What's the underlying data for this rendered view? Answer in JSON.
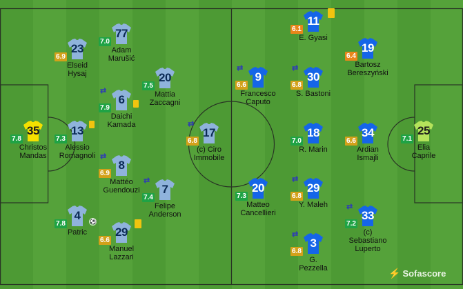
{
  "colors": {
    "home_shirt": "#8fb3dc",
    "away_shirt": "#1565e8",
    "home_gk": "#f5e000",
    "away_gk": "#b5e35b",
    "rating_green": "#1fa345",
    "rating_lime": "#86b42a",
    "rating_yellow": "#d3a11a",
    "rating_orange": "#e8861a",
    "card": "#f1c40f"
  },
  "branding": {
    "logo": "Sofascore"
  },
  "players": [
    {
      "number": "35",
      "name_line1": "Christos",
      "name_line2": "Mandas",
      "rating": "7.8"
    },
    {
      "number": "23",
      "name_line1": "Elseid",
      "name_line2": "Hysaj",
      "rating": "6.9"
    },
    {
      "number": "13",
      "name_line1": "Alessio",
      "name_line2": "Romagnoli",
      "rating": "7.3"
    },
    {
      "number": "4",
      "name_line1": "Patric",
      "name_line2": "",
      "rating": "7.8"
    },
    {
      "number": "77",
      "name_line1": "Adam",
      "name_line2": "Marušić",
      "rating": "7.0"
    },
    {
      "number": "6",
      "name_line1": "Daichi",
      "name_line2": "Kamada",
      "rating": "7.9"
    },
    {
      "number": "8",
      "name_line1": "Mattéo",
      "name_line2": "Guendouzi",
      "rating": "6.9"
    },
    {
      "number": "29",
      "name_line1": "Manuel",
      "name_line2": "Lazzari",
      "rating": "6.6"
    },
    {
      "number": "20",
      "name_line1": "Mattia",
      "name_line2": "Zaccagni",
      "rating": "7.5"
    },
    {
      "number": "7",
      "name_line1": "Felipe",
      "name_line2": "Anderson",
      "rating": "7.4"
    },
    {
      "number": "17",
      "name_line1": "(c) Ciro",
      "name_line2": "Immobile",
      "rating": "6.8"
    },
    {
      "number": "11",
      "name_line1": "E. Gyasi",
      "name_line2": "",
      "rating": "6.1"
    },
    {
      "number": "19",
      "name_line1": "Bartosz",
      "name_line2": "Bereszyński",
      "rating": "6.4"
    },
    {
      "number": "9",
      "name_line1": "Francesco",
      "name_line2": "Caputo",
      "rating": "6.6"
    },
    {
      "number": "30",
      "name_line1": "S. Bastoni",
      "name_line2": "",
      "rating": "6.8"
    },
    {
      "number": "18",
      "name_line1": "R. Marin",
      "name_line2": "",
      "rating": "7.0"
    },
    {
      "number": "34",
      "name_line1": "Ardian",
      "name_line2": "Ismajli",
      "rating": "6.6"
    },
    {
      "number": "25",
      "name_line1": "Elia",
      "name_line2": "Caprile",
      "rating": "7.1"
    },
    {
      "number": "20",
      "name_line1": "Matteo",
      "name_line2": "Cancellieri",
      "rating": "7.3"
    },
    {
      "number": "29",
      "name_line1": "Y. Maleh",
      "name_line2": "",
      "rating": "6.8"
    },
    {
      "number": "33",
      "name_line1": "(c)",
      "name_line2": "Sebastiano",
      "name_line3": "Luperto",
      "rating": "7.2"
    },
    {
      "number": "3",
      "name_line1": "G.",
      "name_line2": "Pezzella",
      "rating": "6.8"
    }
  ]
}
